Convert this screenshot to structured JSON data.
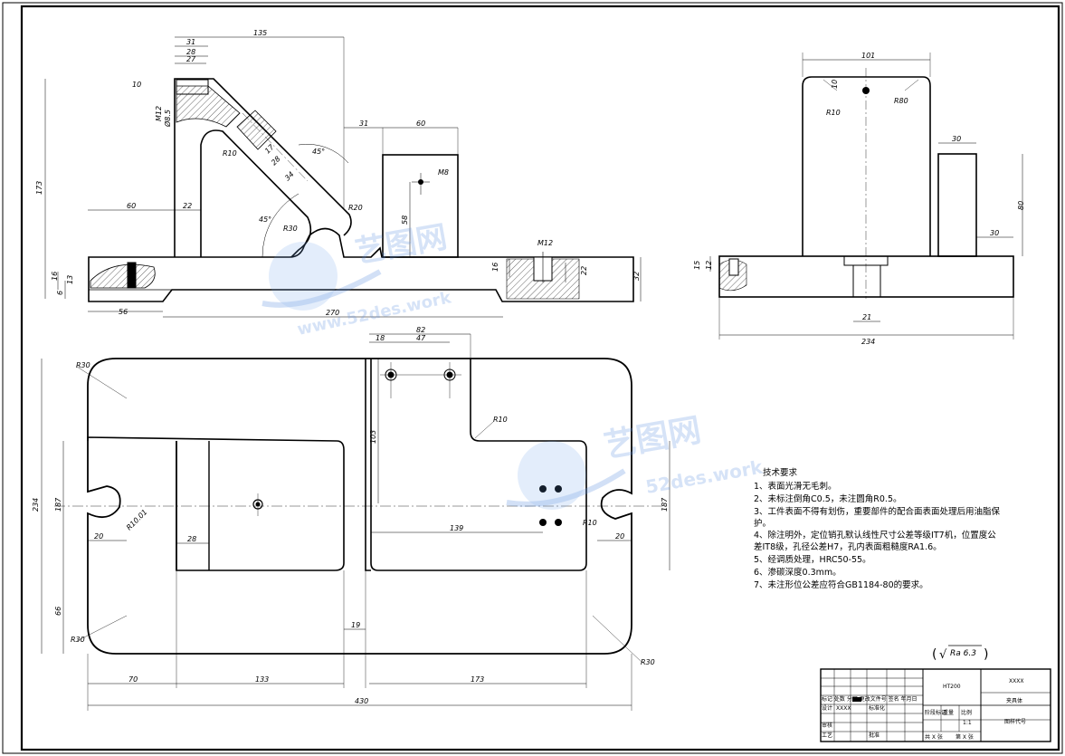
{
  "watermark": {
    "brand": "艺图网",
    "site": "www.52des.work",
    "site_short": "52des.work"
  },
  "front_view": {
    "dims": {
      "d31": "31",
      "d28": "28",
      "d27": "27",
      "d135": "135",
      "d10": "10",
      "m12": "M12",
      "kt": "Ø8.5",
      "d173": "173",
      "d60_left": "60",
      "d22": "22",
      "d31b": "31",
      "d60": "60",
      "m8": "M8",
      "d58": "58",
      "r20": "R20",
      "r10": "R10",
      "r30": "R30",
      "a45a": "45°",
      "a45b": "45°",
      "d34": "34",
      "d28b": "28",
      "d17": "17",
      "d16": "16",
      "d13": "13",
      "d6": "6",
      "d56": "56",
      "d270": "270",
      "m12b": "M12",
      "d16b": "16",
      "d22b": "22",
      "d32": "32"
    }
  },
  "side_view": {
    "dims": {
      "d101": "101",
      "r10": "R10",
      "r80": "R80",
      "d10": "10",
      "d30": "30",
      "d80": "80",
      "d30b": "30",
      "d15": "15",
      "d12": "12",
      "d21": "21",
      "d234": "234"
    }
  },
  "top_view": {
    "dims": {
      "r30a": "R30",
      "r30b": "R30",
      "r30c": "R30",
      "d82": "82",
      "d18": "18",
      "d47": "47",
      "r10": "R10",
      "d103": "103",
      "d234": "234",
      "d187": "187",
      "d187b": "187",
      "r10b": "R10.01",
      "d20": "20",
      "d28": "28",
      "d139": "139",
      "d20b": "20",
      "r10c": "R10",
      "d66": "66",
      "d19": "19",
      "d70": "70",
      "d133": "133",
      "d173": "173",
      "d430": "430"
    }
  },
  "tech_requirements": {
    "title": "技术要求",
    "items": [
      "1、表面光滑无毛刺。",
      "2、未标注倒角C0.5，未注圆角R0.5。",
      "3、工件表面不得有划伤，重要部件的配合面表面处理后用油脂保",
      "护。",
      "4、除注明外，定位销孔默认线性尺寸公差等级IT7机，位置度公",
      "差IT8级，孔径公差H7，孔内表面粗糙度RA1.6。",
      "5、经调质处理，HRC50-55。",
      "6、渗碳深度0.3mm。",
      "7、未注形位公差应符合GB1184-80的要求。"
    ]
  },
  "roughness": {
    "symbol": "√",
    "value": "Ra 6.3"
  },
  "title_block": {
    "material": "HT200",
    "company": "XXXX",
    "part_name": "夹具体",
    "drawing_no": "图样代号",
    "scale_label": "比例",
    "scale": "1:1",
    "weight_label": "重量",
    "stage_label": "阶段标记",
    "sheets": "共 X 张",
    "sheet": "第 X 张",
    "designer_label": "设计",
    "designer": "XXXX",
    "std_label": "标准化",
    "check_label": "审核",
    "process_label": "工艺",
    "approve_label": "批准",
    "mark_row": "标记 处数 分区 更改文件号 签名 年月日"
  }
}
